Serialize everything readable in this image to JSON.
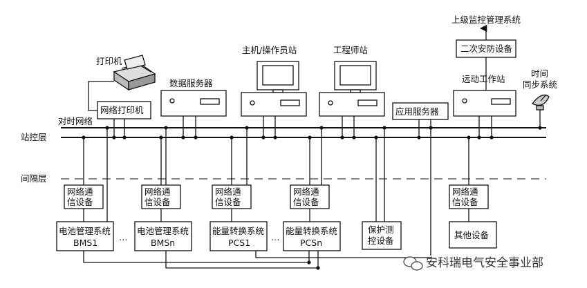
{
  "labels": {
    "printer": "打印机",
    "data_server": "数据服务器",
    "host_station": "主机/操作员站",
    "engineer_station": "工程师站",
    "upper_system": "上级监控管理系统",
    "secondary_security": "二次安防设备",
    "remote_station": "远动工作站",
    "time_sync_1": "时间",
    "time_sync_2": "同步系统",
    "network_printer": "网络打印机",
    "app_server": "应用服务器",
    "timing_network": "对时网络",
    "station_layer": "站控层",
    "bay_layer": "间隔层",
    "comm_device_1": "网络通",
    "comm_device_2": "信设备",
    "bms1_1": "电池管理系统",
    "bms1_2": "BMS1",
    "bmsn_1": "电池管理系统",
    "bmsn_2": "BMSn",
    "pcs1_1": "能量转换系统",
    "pcs1_2": "PCS1",
    "pcsn_1": "能量转换系统",
    "pcsn_2": "PCSn",
    "protection_1": "保护测",
    "protection_2": "控设备",
    "other_devices": "其他设备",
    "ellipsis": "…",
    "watermark": "安科瑞电气安全事业部"
  }
}
